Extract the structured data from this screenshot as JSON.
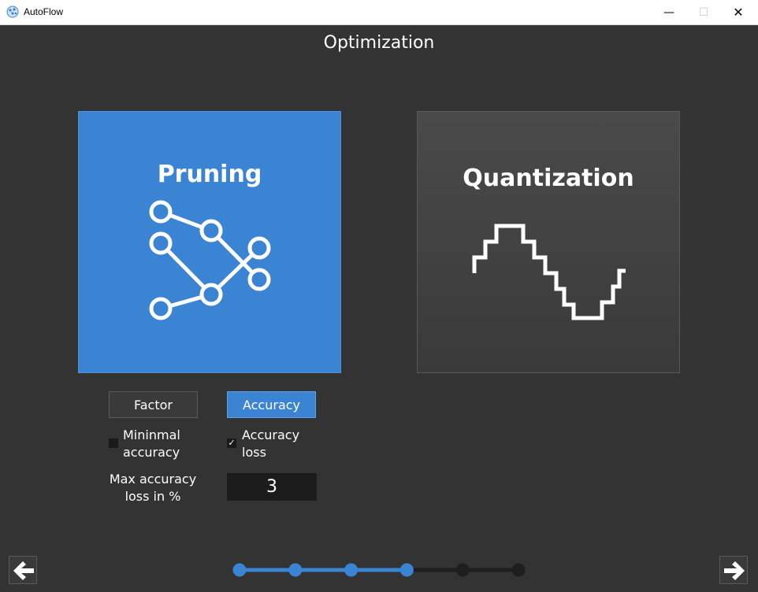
{
  "window": {
    "title": "AutoFlow",
    "controls": {
      "minimize": "—",
      "maximize": "☐",
      "close": "✕"
    }
  },
  "page": {
    "title": "Optimization"
  },
  "cards": {
    "pruning": {
      "title": "Pruning",
      "icon": "neural-network-icon",
      "selected": true
    },
    "quantization": {
      "title": "Quantization",
      "icon": "quantized-wave-icon",
      "selected": false
    }
  },
  "mode_buttons": {
    "factor": "Factor",
    "accuracy": "Accuracy",
    "active": "accuracy"
  },
  "options": {
    "minimal_accuracy": {
      "label_line1": "Mininmal",
      "label_line2": "accuracy",
      "checked": false
    },
    "accuracy_loss": {
      "label_line1": "Accuracy",
      "label_line2": "loss",
      "checked": true,
      "mark": "✓"
    }
  },
  "max_accuracy_loss": {
    "label_line1": "Max accuracy",
    "label_line2": "loss in %",
    "value": "3"
  },
  "navigation": {
    "back": "arrow-left-icon",
    "next": "arrow-right-icon"
  },
  "progress": {
    "total_steps": 6,
    "current_step": 4
  },
  "colors": {
    "accent": "#3b84d3",
    "background": "#333333",
    "inactive": "#1e1e1e"
  }
}
